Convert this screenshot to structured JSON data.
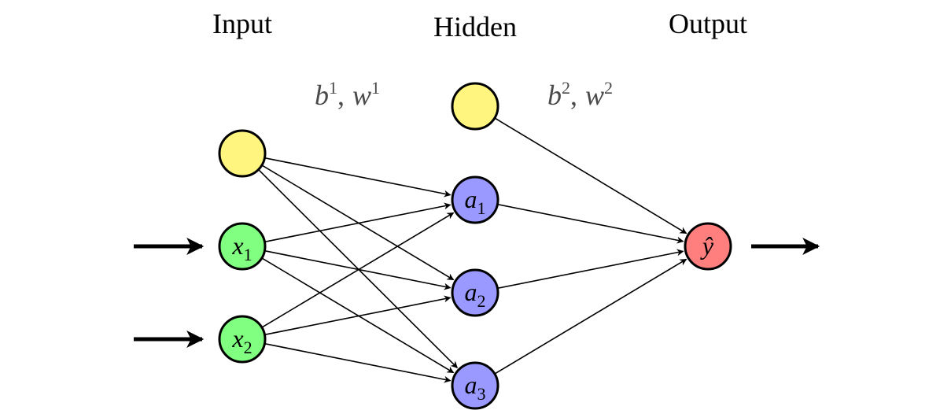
{
  "layers": [
    {
      "id": "input",
      "title": "Input"
    },
    {
      "id": "hidden",
      "title": "Hidden"
    },
    {
      "id": "output",
      "title": "Output"
    }
  ],
  "params": [
    {
      "id": "p1",
      "base_b": "b",
      "sup_b": "1",
      "sep": ",",
      "base_w": "w",
      "sup_w": "1"
    },
    {
      "id": "p2",
      "base_b": "b",
      "sup_b": "2",
      "sep": ",",
      "base_w": "w",
      "sup_w": "2"
    }
  ],
  "colors": {
    "bias": "#fff57f",
    "input": "#80ff80",
    "hidden": "#9999ff",
    "output": "#ff7f7f",
    "stroke": "#000000"
  },
  "nodes": [
    {
      "id": "b1",
      "kind": "bias",
      "base": "",
      "sub": ""
    },
    {
      "id": "x1",
      "kind": "input",
      "base": "x",
      "sub": "1"
    },
    {
      "id": "x2",
      "kind": "input",
      "base": "x",
      "sub": "2"
    },
    {
      "id": "b2",
      "kind": "bias",
      "base": "",
      "sub": ""
    },
    {
      "id": "a1",
      "kind": "hidden",
      "base": "a",
      "sub": "1"
    },
    {
      "id": "a2",
      "kind": "hidden",
      "base": "a",
      "sub": "2"
    },
    {
      "id": "a3",
      "kind": "hidden",
      "base": "a",
      "sub": "3"
    },
    {
      "id": "yhat",
      "kind": "output",
      "base": "ŷ",
      "sub": ""
    }
  ],
  "edges": [
    [
      "b1",
      "a1"
    ],
    [
      "b1",
      "a2"
    ],
    [
      "b1",
      "a3"
    ],
    [
      "x1",
      "a1"
    ],
    [
      "x1",
      "a2"
    ],
    [
      "x1",
      "a3"
    ],
    [
      "x2",
      "a1"
    ],
    [
      "x2",
      "a2"
    ],
    [
      "x2",
      "a3"
    ],
    [
      "b2",
      "yhat"
    ],
    [
      "a1",
      "yhat"
    ],
    [
      "a2",
      "yhat"
    ],
    [
      "a3",
      "yhat"
    ]
  ],
  "external_arrows": [
    {
      "id": "in-x1",
      "target": "x1",
      "direction": "in"
    },
    {
      "id": "in-x2",
      "target": "x2",
      "direction": "in"
    },
    {
      "id": "out-yhat",
      "source": "yhat",
      "direction": "out"
    }
  ]
}
